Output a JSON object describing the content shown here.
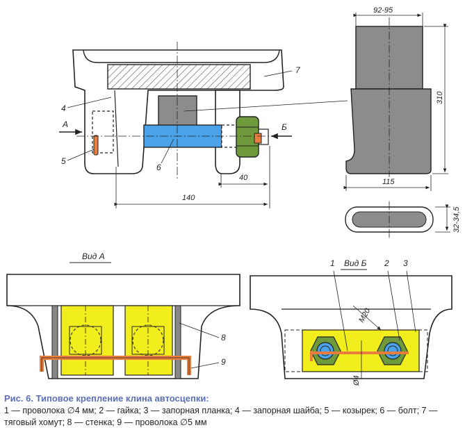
{
  "figure": {
    "views": {
      "view_a_title": "Вид А",
      "view_b_title": "Вид Б",
      "arrow_a": "А",
      "arrow_b": "Б"
    },
    "callouts": {
      "n1": "1",
      "n2": "2",
      "n3": "3",
      "n4": "4",
      "n5": "5",
      "n6": "6",
      "n7": "7",
      "n8": "8",
      "n9": "9"
    },
    "dimensions": {
      "wedge_width": "92-95",
      "wedge_height": "310",
      "wedge_bottom": "115",
      "section_thickness": "32-34,5",
      "bolt_length": "140",
      "nut_offset": "40",
      "thread": "M20",
      "wire_dia": "Ø4"
    },
    "colors": {
      "bolt": "#4aa3e8",
      "nut": "#6f9a3c",
      "plate_yellow": "#f2ee1e",
      "wire": "#e87d3e",
      "gray_part": "#8c8c8c",
      "hatch": "#555555"
    }
  },
  "caption": {
    "title": "Рис. 6. Типовое крепление клина автосцепки:",
    "body": "1 — проволока ∅4 мм; 2 — гайка; 3 — запорная планка; 4 — запорная шайба; 5 — козырек; 6 — болт; 7 — тяговый хомут; 8 — стенка; 9 — проволока ∅5 мм"
  }
}
